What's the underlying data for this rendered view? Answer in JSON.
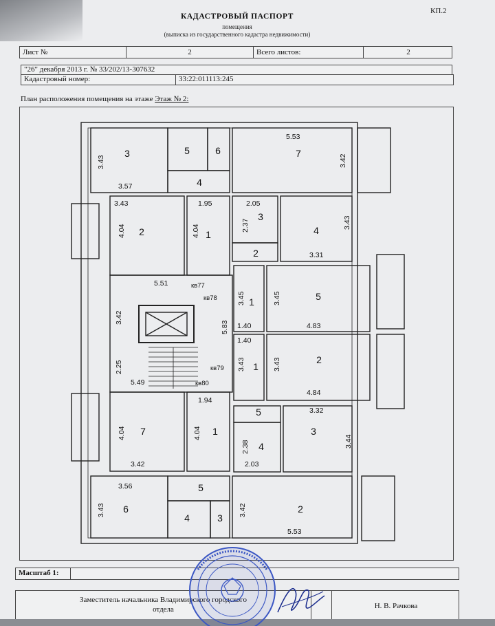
{
  "header": {
    "corner_code": "КП.2",
    "title": "КАДАСТРОВЫЙ ПАСПОРТ",
    "subtitle": "помещения",
    "note": "(выписка из государственного кадастра недвижимости)"
  },
  "sheet_row": {
    "sheet_label": "Лист №",
    "sheet_value": "2",
    "total_label": "Всего листов:",
    "total_value": "2"
  },
  "date_line": "\"26\" декабря 2013 г. № 33/202/13-307632",
  "cadastral": {
    "label": "Кадастровый номер:",
    "value": "33:22:011113:245"
  },
  "plan": {
    "caption_prefix": "План расположения помещения на этаже",
    "caption_floor": "Этаж № 2:",
    "apartment_labels": [
      "кв77",
      "кв78",
      "кв79",
      "кв80"
    ],
    "room_numbers": [
      "3",
      "5",
      "6",
      "7",
      "4",
      "2",
      "1",
      "3",
      "2",
      "4",
      "1",
      "5",
      "1",
      "2",
      "7",
      "1",
      "5",
      "4",
      "3",
      "6",
      "5",
      "4",
      "3",
      "2"
    ],
    "dimensions": [
      "3.43",
      "3.57",
      "5.53",
      "3.42",
      "3.43",
      "1.95",
      "2.05",
      "4.04",
      "4.04",
      "2.37",
      "3.43",
      "3.31",
      "5.51",
      "3.45",
      "3.45",
      "3.42",
      "5.83",
      "1.40",
      "4.83",
      "1.40",
      "2.25",
      "3.43",
      "3.43",
      "5.49",
      "4.84",
      "1.94",
      "3.32",
      "4.04",
      "4.04",
      "2.38",
      "3.44",
      "3.42",
      "2.03",
      "3.56",
      "3.43",
      "3.42",
      "5.53"
    ]
  },
  "scale_label": "Масштаб 1:",
  "footer": {
    "position_line1": "Заместитель начальника Владимирского городского",
    "position_line2": "отдела",
    "name": "Н. В. Рачкова"
  }
}
